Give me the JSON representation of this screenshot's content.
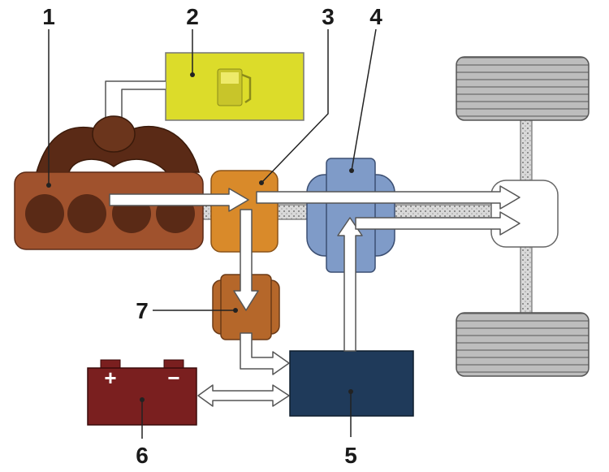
{
  "callouts": {
    "c1": "1",
    "c2": "2",
    "c3": "3",
    "c4": "4",
    "c5": "5",
    "c6": "6",
    "c7": "7"
  },
  "battery": {
    "plus": "+",
    "minus": "−"
  },
  "colors": {
    "engine": "#a0522d",
    "engine_dark": "#5a2a16",
    "fuel_tank": "#dcdc2a",
    "power_split": "#d98a2a",
    "motor": "#7f9bc8",
    "inverter": "#1f3a5a",
    "battery": "#7a1f1f",
    "generator": "#b5672a",
    "tire": "#bdbdbd"
  },
  "icons": {
    "fuel": "fuel-pump-icon"
  }
}
